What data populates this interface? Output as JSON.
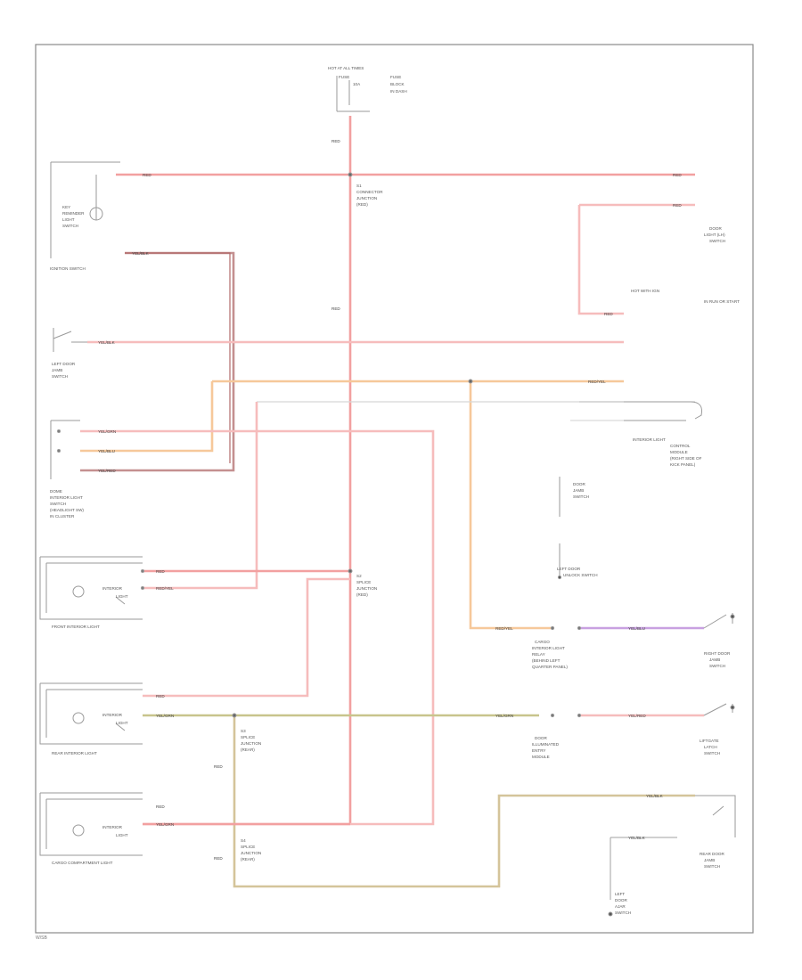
{
  "colors": {
    "red": "#f2a0a0",
    "pink": "#f6bcbc",
    "orange": "#f6c89a",
    "olive": "#c8c48c",
    "violet": "#c8a0e0",
    "darkred": "#b06a6a",
    "frame": "#8a8a8a",
    "component": "#9a9a9a"
  },
  "top_power": {
    "title": "HOT AT ALL TIMES",
    "lines": [
      "FUSE",
      "10A",
      "FUSE",
      "BLOCK",
      "IN DASH"
    ]
  },
  "wire_labels": {
    "main_red_1": "RED",
    "main_red_2": "RED",
    "ignition_row": "RED",
    "top_right_1": "RED",
    "top_right_2": "RED",
    "right_lower_1": "RED",
    "dome_row": "YEL/BLK",
    "left_door_row": "YEL/BLK",
    "orange_row": "RED/YEL",
    "sw_row_1": "YEL/GRN",
    "sw_row_2": "YEL/BLU",
    "sw_row_3": "YEL/RED",
    "front_lamp_1": "RED",
    "front_lamp_2": "RED/YEL",
    "rear_lamp_1": "RED",
    "rear_lamp_2": "YEL/GRN",
    "cargo_lamp_1": "RED",
    "cargo_lamp_2": "YEL/GRN",
    "orange_vertical": "RED/YEL",
    "violet_row": "YEL/BLU",
    "olive_row": "YEL/GRN",
    "right_door_row": "YEL/RED",
    "liftgate_row": "YEL/BLK",
    "bottom_right_1": "YEL/BLK",
    "vertical_1": "RED",
    "vertical_2": "RED"
  },
  "components": {
    "ignition_key": [
      "KEY",
      "REMINDER",
      "LIGHT",
      "SWITCH"
    ],
    "ignition_title": "IGNITION SWITCH",
    "left_door_jamb": [
      "LEFT DOOR",
      "JAMB",
      "SWITCH"
    ],
    "dome_switch": [
      "DOME",
      "INTERIOR LIGHT",
      "SWITCH",
      "(HEADLIGHT SW)",
      "IN CLUSTER"
    ],
    "front_lamp": "FRONT INTERIOR LIGHT",
    "rear_lamp": "REAR INTERIOR LIGHT",
    "cargo_lamp": "CARGO COMPARTMENT LIGHT",
    "lamp_sw_labels": [
      "INTERIOR",
      "LIGHT"
    ],
    "top_right": [
      "DOOR",
      "LIGHT (LH)",
      "SWITCH"
    ],
    "hot_in_run": [
      "HOT WITH IGN",
      "IN RUN OR START"
    ],
    "splice_1": [
      "S1",
      "CONNECTOR",
      "JUNCTION",
      "(RED)"
    ],
    "splice_2": [
      "S2",
      "SPLICE",
      "JUNCTION",
      "(RED)"
    ],
    "interior_control": [
      "INTERIOR LIGHT",
      "CONTROL",
      "MODULE",
      "(RIGHT SIDE OF",
      "KICK PANEL)"
    ],
    "door_switch": [
      "DOOR",
      "JAMB",
      "SWITCH"
    ],
    "left_door_2": [
      "LEFT DOOR",
      "UNLOCK SWITCH"
    ],
    "center_module": [
      "CARGO",
      "INTERIOR LIGHT",
      "RELAY",
      "(BEHIND LEFT",
      "QUARTER PANEL)"
    ],
    "lower_center": [
      "DOOR",
      "ILLUMINATED",
      "ENTRY",
      "MODULE"
    ],
    "right_door": [
      "RIGHT DOOR",
      "JAMB",
      "SWITCH"
    ],
    "liftgate": [
      "LIFTGATE",
      "LATCH",
      "SWITCH"
    ],
    "rear_liftgate": [
      "REAR DOOR",
      "JAMB",
      "SWITCH"
    ],
    "bottom_splice": [
      "S3",
      "SPLICE",
      "JUNCTION",
      "(REAR)"
    ],
    "bottom_splice_2": [
      "S4",
      "SPLICE",
      "JUNCTION",
      "(REAR)"
    ],
    "bottom_right_sw": [
      "LEFT",
      "DOOR",
      "AJAR",
      "SWITCH"
    ]
  },
  "footer": "W/SB"
}
